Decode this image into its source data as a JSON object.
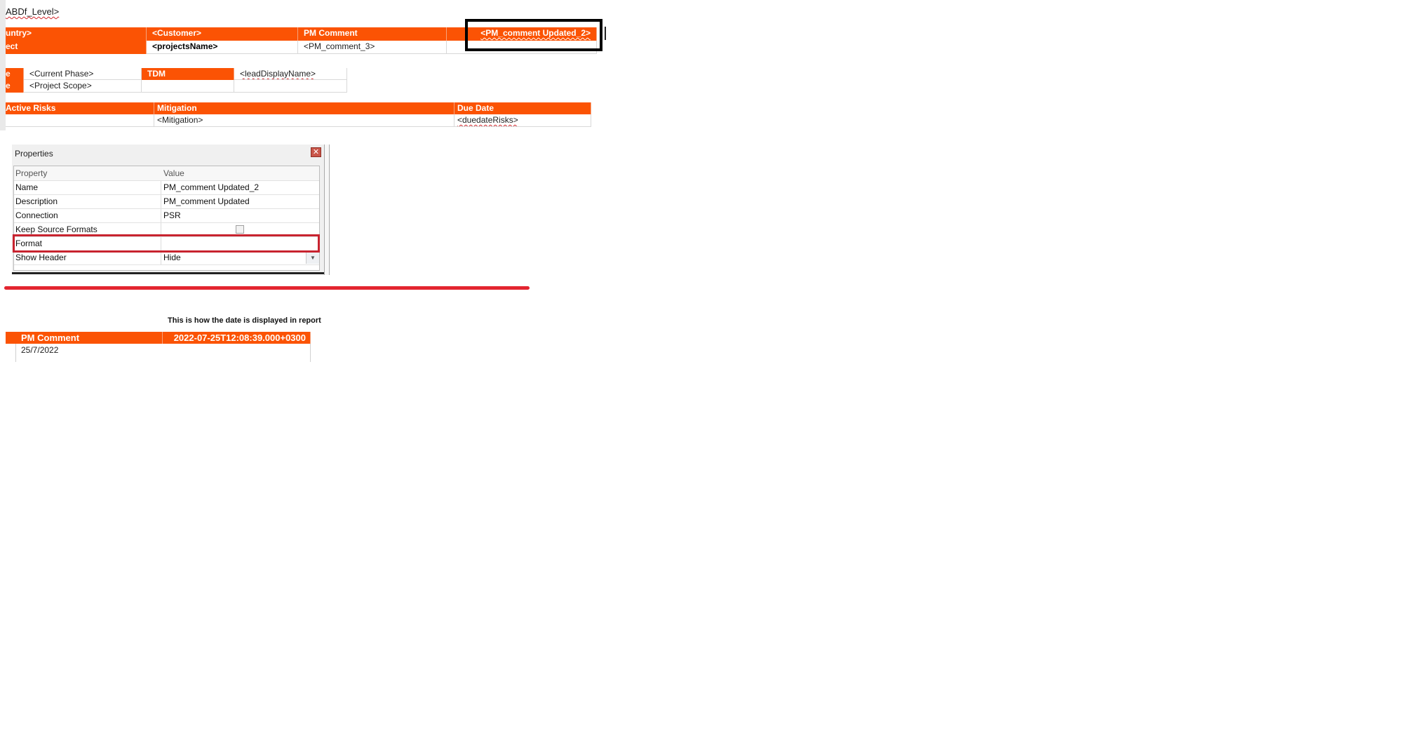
{
  "document": {
    "title_fragment": "ABDf_Level>"
  },
  "header_table": {
    "row1": [
      "untry>",
      "<Customer>",
      "PM Comment",
      "<PM_comment Updated_2>"
    ],
    "row2": [
      "ect",
      "<projectsName>",
      "<PM_comment_3>",
      ""
    ]
  },
  "phase_table": {
    "rows": [
      {
        "label": "e",
        "value": "<Current Phase>",
        "label2": "TDM",
        "value2": "<leadDisplayName>"
      },
      {
        "label": "e",
        "value": "<Project Scope>",
        "label2": "",
        "value2": ""
      }
    ]
  },
  "risks_table": {
    "headers": [
      "Active Risks",
      "Mitigation",
      "Due Date"
    ],
    "row": [
      "",
      "<Mitigation>",
      "<duedateRisks>"
    ]
  },
  "properties_panel": {
    "title": "Properties",
    "close_icon": "close-icon",
    "columns": [
      "Property",
      "Value"
    ],
    "rows": [
      {
        "property": "Name",
        "value": "PM_comment Updated_2"
      },
      {
        "property": "Description",
        "value": "PM_comment Updated"
      },
      {
        "property": "Connection",
        "value": "PSR"
      },
      {
        "property": "Keep Source Formats",
        "value": ""
      },
      {
        "property": "Format",
        "value": ""
      },
      {
        "property": "Show Header",
        "value": "Hide"
      }
    ],
    "dropdown_icon": "chevron-down-icon"
  },
  "report_preview": {
    "caption": "This is how the date is displayed in report",
    "headers": [
      "PM Comment",
      "2022-07-25T12:08:39.000+0300"
    ],
    "row_value": "25/7/2022"
  },
  "colors": {
    "accent_orange": "#fb5304",
    "highlight_red": "#c8232f",
    "annotation_black": "#000000"
  }
}
